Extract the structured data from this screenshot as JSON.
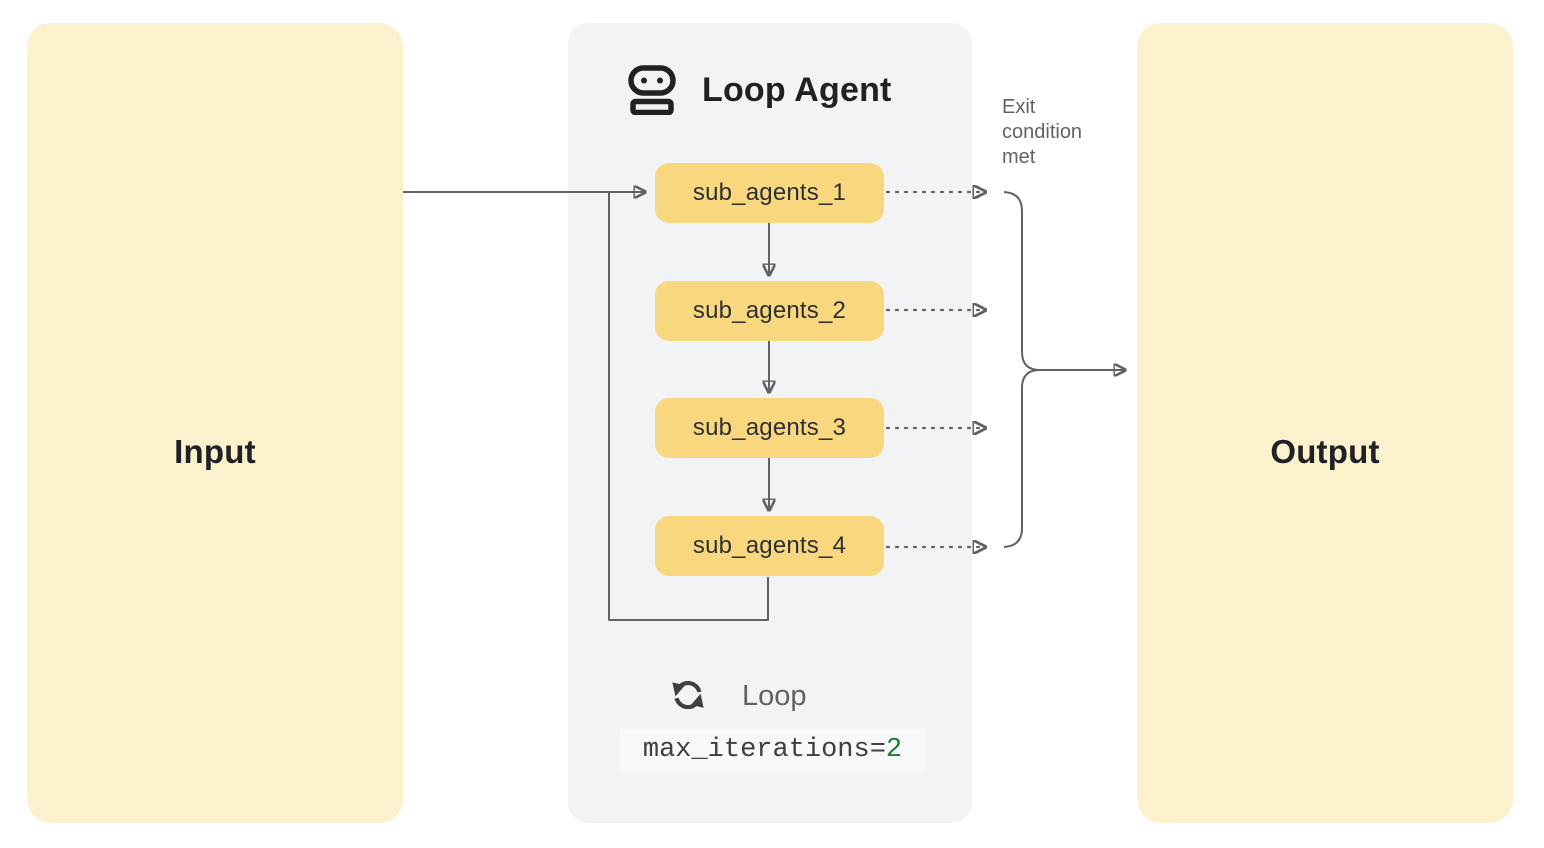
{
  "input": {
    "label": "Input"
  },
  "output": {
    "label": "Output"
  },
  "loop_agent": {
    "title": "Loop Agent",
    "sub_agents": [
      "sub_agents_1",
      "sub_agents_2",
      "sub_agents_3",
      "sub_agents_4"
    ],
    "loop_label": "Loop",
    "max_iterations_param": "max_iterations=",
    "max_iterations_value": "2"
  },
  "exit_condition_label": "Exit condition met",
  "icons": {
    "agent": "robot-icon",
    "loop": "loop-refresh-icon"
  },
  "colors": {
    "canvas_background": "#FFFFFF",
    "io_box_fill": "#FBF1CD",
    "agent_panel_fill": "#F2F3F4",
    "sub_agent_fill": "#F9D77E",
    "connector_line": "#5F6368",
    "title_text": "#202124",
    "muted_text": "#5F6368",
    "code_background": "#F7F8F8",
    "code_value_green": "#188038"
  }
}
